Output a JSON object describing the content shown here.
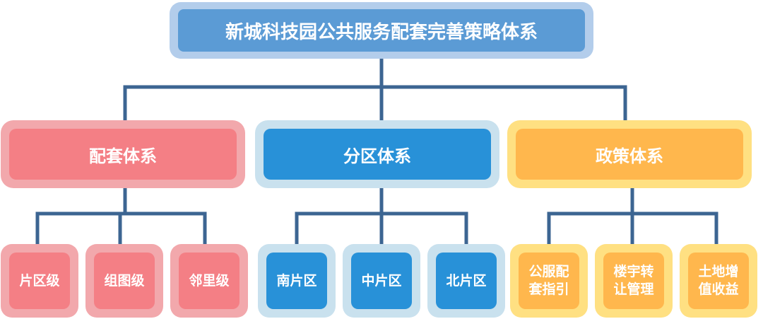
{
  "title": "新城科技园公共服务配套完善策略体系",
  "categories": [
    {
      "label": "配套体系",
      "children": [
        "片区级",
        "组图级",
        "邻里级"
      ]
    },
    {
      "label": "分区体系",
      "children": [
        "南片区",
        "中片区",
        "北片区"
      ]
    },
    {
      "label": "政策体系",
      "children": [
        "公服配\n套指引",
        "楼宇转\n让管理",
        "土地增\n值收益"
      ]
    }
  ],
  "colors": {
    "connector": "#3c6592",
    "title_fill": "#5b9bd5",
    "pink_fill": "#f47f85",
    "blue_fill": "#2891d8",
    "gold_fill": "#ffb74d"
  }
}
